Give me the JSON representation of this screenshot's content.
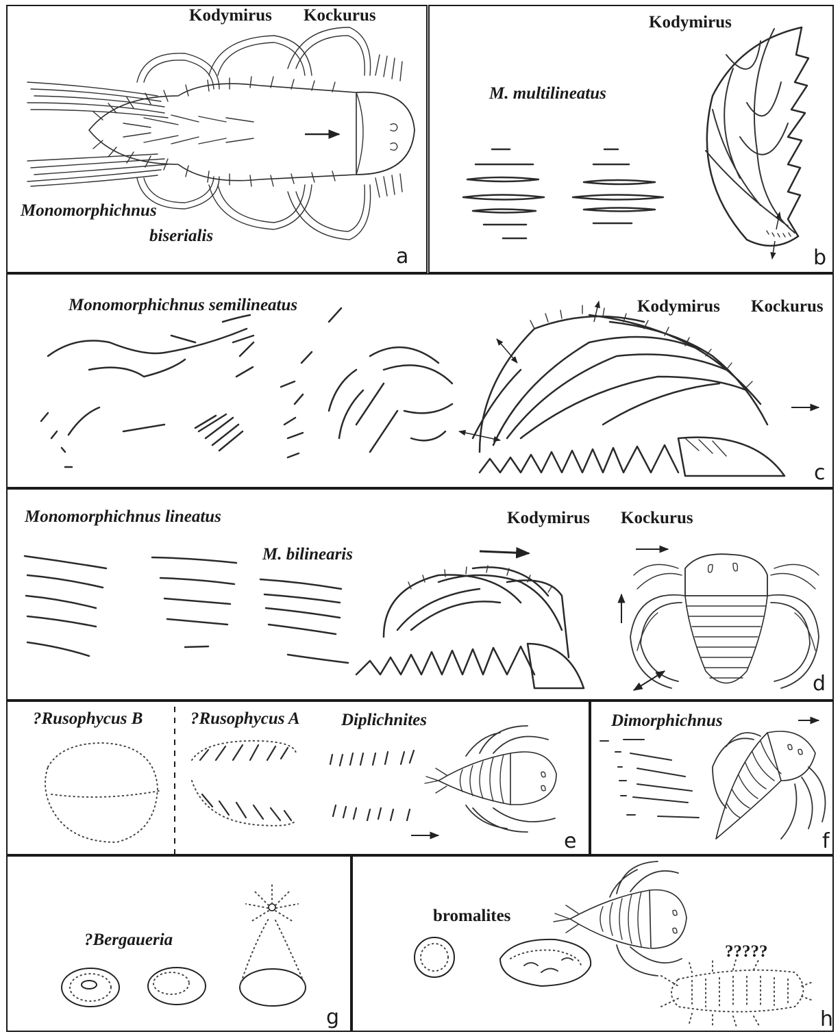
{
  "panels": {
    "a": {
      "letter": "a",
      "genus1": "Kodymirus",
      "genus2": "Kockurus",
      "trace1": "Monomorphichnus",
      "trace2": "biserialis"
    },
    "b": {
      "letter": "b",
      "genus": "Kodymirus",
      "trace": "M. multilineatus"
    },
    "c": {
      "letter": "c",
      "trace": "Monomorphichnus semilineatus",
      "genus1": "Kodymirus",
      "genus2": "Kockurus"
    },
    "d": {
      "letter": "d",
      "trace1": "Monomorphichnus lineatus",
      "trace2": "M. bilinearis",
      "genus1": "Kodymirus",
      "genus2": "Kockurus"
    },
    "e": {
      "letter": "e",
      "trace1": "?Rusophycus B",
      "trace2": "?Rusophycus A",
      "trace3": "Diplichnites"
    },
    "f": {
      "letter": "f",
      "trace": "Dimorphichnus"
    },
    "g": {
      "letter": "g",
      "trace": "?Bergaueria"
    },
    "h": {
      "letter": "h",
      "trace": "bromalites",
      "unknown": "?????"
    }
  },
  "colors": {
    "ink": "#2a2a2a",
    "background": "#ffffff"
  }
}
